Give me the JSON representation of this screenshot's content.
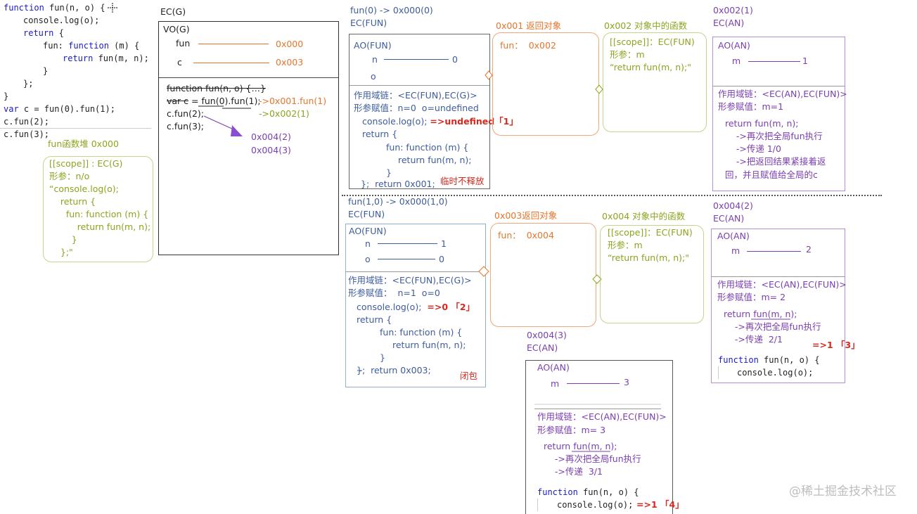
{
  "code": {
    "l1": {
      "kw": "function",
      "rest": " fun(n, o) {"
    },
    "l2": "console.log(o);",
    "l3": "return",
    "l3b": " {",
    "l4a": "fun:",
    "l4b": " function",
    "l4c": " (m) {",
    "l5a": "return",
    "l5b": " fun(m, n);",
    "l6": "}",
    "l7": "};",
    "l8": "}",
    "l9a": "var",
    "l9b": " c = fun(0).fun(1);",
    "l10": "c.fun(2);",
    "l11": "c.fun(3);"
  },
  "heap0": {
    "title": "fun函数堆 0x000",
    "lines": [
      "[[scope]] : EC(G)",
      "形参：n/o",
      "“console.log(o);",
      "    return {",
      "      fun: function (m) {",
      "          return fun(m, n);",
      "        }",
      "    };\""
    ]
  },
  "ecg": {
    "title": "EC(G)",
    "vo": "VO(G)",
    "fun_label": "fun",
    "fun_val": "0x000",
    "c_label": "c",
    "c_val": "0x003",
    "l1": "function fun(n, o) {…}",
    "l2a": "var c",
    "l2b": " = fun(0).fun(1);",
    "l2c": "->0x001.fun(1)",
    "l2d": "->0x002(1)",
    "l3": "c.fun(2);",
    "l4": "c.fun(3);",
    "v1": "0x004(2)",
    "v2": "0x004(3)"
  },
  "ec1": {
    "head1": "fun(0) -> 0x000(0)",
    "head2": "EC(FUN)",
    "ao": "AO(FUN)",
    "n": "n",
    "nval": "0",
    "o": "o",
    "chain": "作用域链：<EC(FUN),EC(G)>",
    "assign": "形参赋值：n=0  o=undefined",
    "log": "console.log(o);",
    "logres": "=>undefined「1」",
    "ret": "return {",
    "fn": "fun: function (m) {",
    "fnret": "return fun(m, n);",
    "close": "}",
    "end": "};  return 0x001;",
    "note": "临时不释放"
  },
  "obj1": {
    "title": "0x001 返回对象",
    "content": "fun：  0x002"
  },
  "fn2": {
    "title": "0x002 对象中的函数",
    "lines": [
      "[[scope]]：EC(FUN)",
      "形参：m",
      "“return fun(m, n);\""
    ]
  },
  "ec2": {
    "head1": "0x002(1)",
    "head2": "EC(AN)",
    "ao": "AO(AN)",
    "m": "m",
    "mval": "1",
    "chain": "作用域链：<EC(AN),EC(FUN)>",
    "assign": "形参赋值：m=1",
    "lines": [
      "return fun(m, n);",
      "    ->再次把全局fun执行",
      "    ->传递 1/0",
      "    ->把返回结果紧接着返",
      "回，并且赋值给全局的c"
    ]
  },
  "ec3": {
    "head1": "fun(1,0) -> 0x000(1,0)",
    "head2": "EC(FUN)",
    "ao": "AO(FUN)",
    "n": "n",
    "nval": "1",
    "o": "o",
    "oval": "0",
    "chain": "作用域链：<EC(FUN),EC(G)>",
    "assign": "形参赋值：  n=1  o=0",
    "log": "console.log(o);",
    "logres": "=>0 「2」",
    "ret": "return {",
    "fn": "fun: function (m) {",
    "fnret": "return fun(m, n);",
    "close": "}",
    "end": "};  return 0x003;",
    "note": "闭包"
  },
  "obj3": {
    "title": "0x003返回对象",
    "content": "fun：  0x004"
  },
  "fn4": {
    "title": "0x004 对象中的函数",
    "lines": [
      "[[scope]]：EC(FUN)",
      "形参：m",
      "“return fun(m, n);\""
    ]
  },
  "ec4": {
    "head1": "0x004(2)",
    "head2": "EC(AN)",
    "ao": "AO(AN)",
    "m": "m",
    "mval": "2",
    "chain": "作用域链：<EC(AN),EC(FUN)>",
    "assign": "形参赋值：m= 2",
    "l1": "return fun(m, n);",
    "l2": "    ->再次把全局fun执行",
    "l3": "    ->传递  2/1",
    "res": "=>1 「3」",
    "code1a": "function",
    "code1b": " fun(n, o) {",
    "code2": "console.log(o);"
  },
  "ec5": {
    "head1": "0x004(3)",
    "head2": "EC(AN)",
    "ao": "AO(AN)",
    "m": "m",
    "mval": "3",
    "chain": "作用域链：<EC(AN),EC(FUN)>",
    "assign": "形参赋值：m= 3",
    "l1": "return fun(m, n);",
    "l2": "    ->再次把全局fun执行",
    "l3": "    ->传递  3/1",
    "code1a": "function",
    "code1b": " fun(n, o) {",
    "code2": "console.log(o);",
    "res": "=>1 「4」"
  },
  "watermark": "@稀土掘金技术社区",
  "colors": {
    "orange": "#e8742a",
    "green": "#8aa51e",
    "blue": "#3d5c9e",
    "purple": "#7a3fb0",
    "red": "#d6291f"
  }
}
